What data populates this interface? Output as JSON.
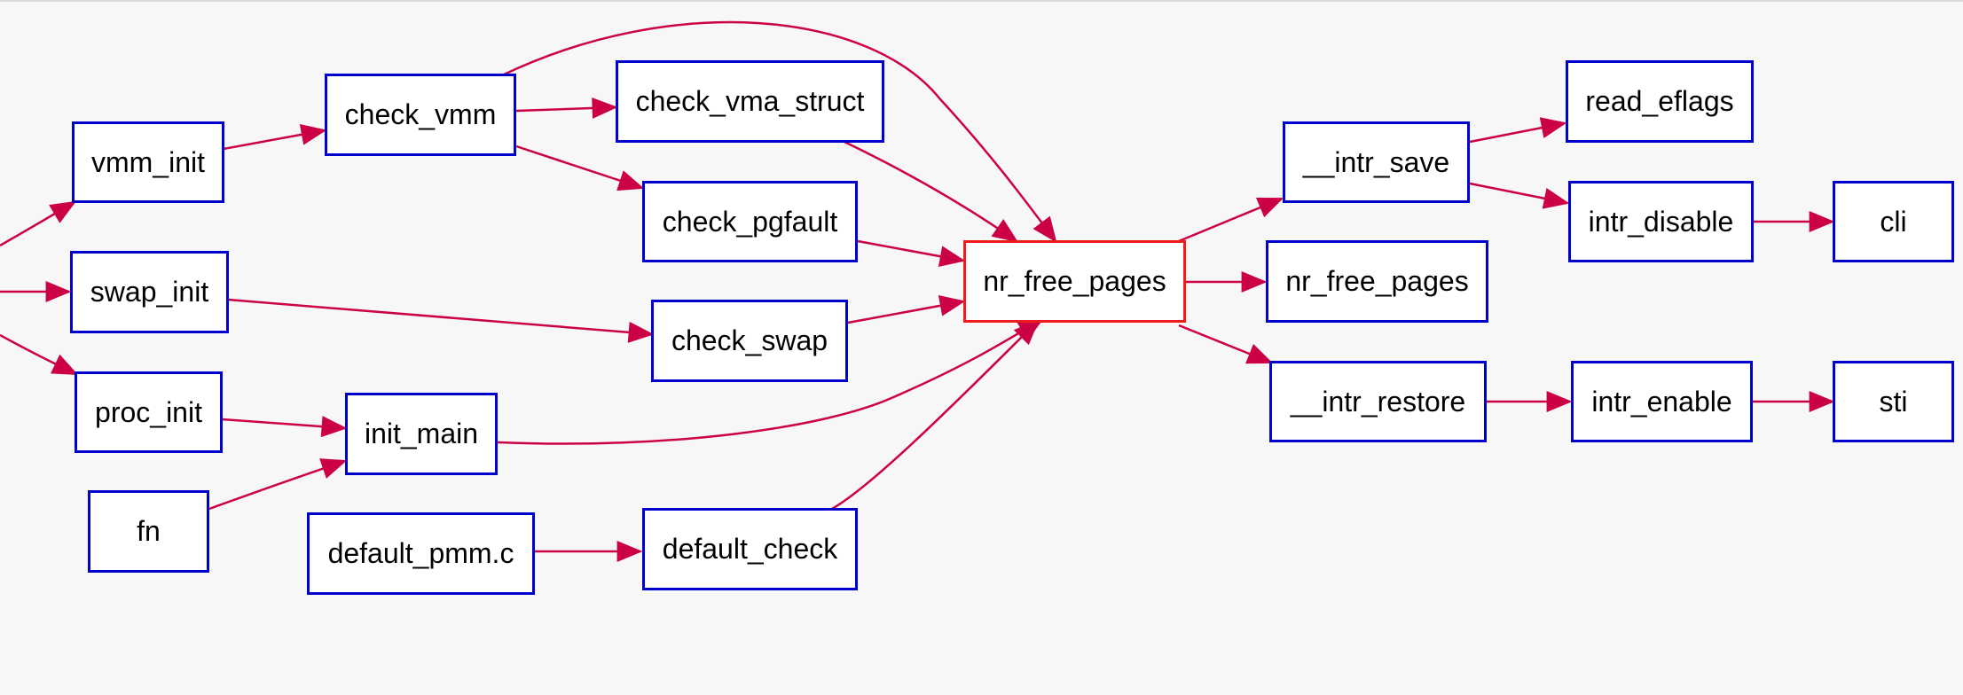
{
  "graph": {
    "focus": "nr_free_pages",
    "colors": {
      "edge": "#cc0044",
      "node_border": "#0000cc",
      "focus_border": "#ee1c1c",
      "background": "#f7f7f7"
    },
    "nodes": {
      "vmm_init": "vmm_init",
      "swap_init": "swap_init",
      "proc_init": "proc_init",
      "fn": "fn",
      "check_vmm": "check_vmm",
      "init_main": "init_main",
      "default_pmm_c": "default_pmm.c",
      "check_vma_struct": "check_vma_struct",
      "check_pgfault": "check_pgfault",
      "check_swap": "check_swap",
      "default_check": "default_check",
      "nr_free_pages_caller": "nr_free_pages",
      "intr_save": "__intr_save",
      "nr_free_pages_callee": "nr_free_pages",
      "intr_restore": "__intr_restore",
      "read_eflags": "read_eflags",
      "intr_disable": "intr_disable",
      "intr_enable": "intr_enable",
      "cli": "cli",
      "sti": "sti"
    },
    "edges": [
      [
        "offscreen",
        "vmm_init"
      ],
      [
        "offscreen",
        "swap_init"
      ],
      [
        "offscreen",
        "proc_init"
      ],
      [
        "vmm_init",
        "check_vmm"
      ],
      [
        "check_vmm",
        "check_vma_struct"
      ],
      [
        "check_vmm",
        "check_pgfault"
      ],
      [
        "check_vmm",
        "nr_free_pages_caller"
      ],
      [
        "swap_init",
        "check_swap"
      ],
      [
        "proc_init",
        "init_main"
      ],
      [
        "fn",
        "init_main"
      ],
      [
        "init_main",
        "nr_free_pages_caller"
      ],
      [
        "default_pmm_c",
        "default_check"
      ],
      [
        "check_vma_struct",
        "nr_free_pages_caller"
      ],
      [
        "check_pgfault",
        "nr_free_pages_caller"
      ],
      [
        "check_swap",
        "nr_free_pages_caller"
      ],
      [
        "default_check",
        "nr_free_pages_caller"
      ],
      [
        "nr_free_pages_caller",
        "intr_save"
      ],
      [
        "nr_free_pages_caller",
        "nr_free_pages_callee"
      ],
      [
        "nr_free_pages_caller",
        "intr_restore"
      ],
      [
        "intr_save",
        "read_eflags"
      ],
      [
        "intr_save",
        "intr_disable"
      ],
      [
        "intr_disable",
        "cli"
      ],
      [
        "intr_restore",
        "intr_enable"
      ],
      [
        "intr_enable",
        "sti"
      ]
    ]
  }
}
